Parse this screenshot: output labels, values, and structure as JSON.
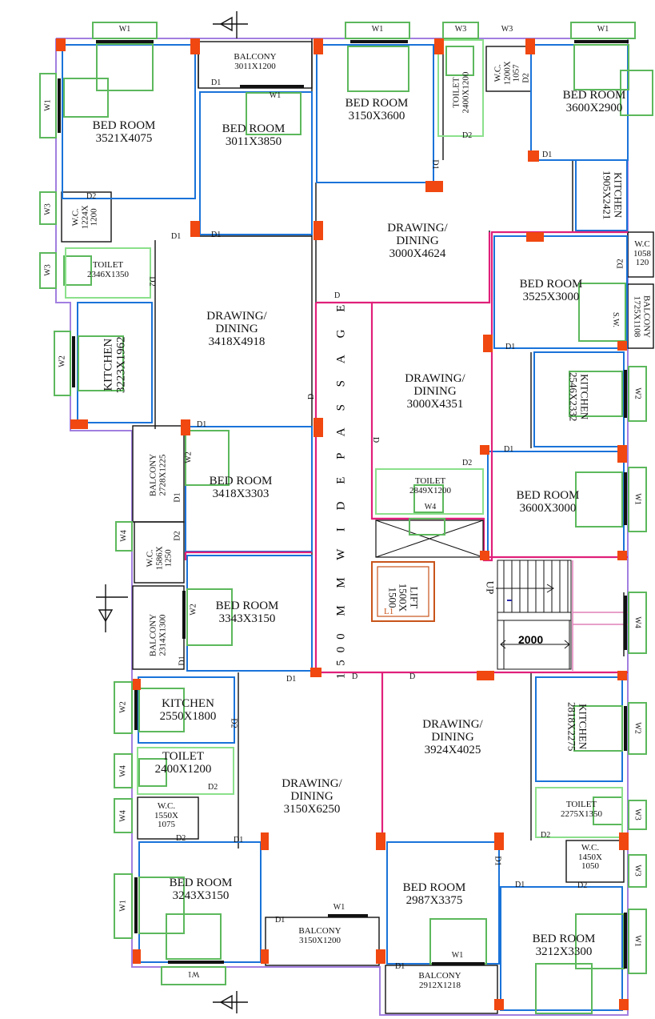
{
  "rooms": {
    "r1": {
      "name": "BED ROOM",
      "dim": "3521X4075"
    },
    "r2": {
      "name": "BED ROOM",
      "dim": "3011X3850"
    },
    "r3": {
      "name": "BED ROOM",
      "dim": "3150X3600"
    },
    "r4": {
      "name": "BED ROOM",
      "dim": "3600X2900"
    },
    "r5": {
      "name": "DRAWING/",
      "name2": "DINING",
      "dim": "3000X4624"
    },
    "r6": {
      "name": "DRAWING/",
      "name2": "DINING",
      "dim": "3418X4918"
    },
    "r7": {
      "name": "BED ROOM",
      "dim": "3525X3000"
    },
    "r8": {
      "name": "DRAWING/",
      "name2": "DINING",
      "dim": "3000X4351"
    },
    "r9": {
      "name": "BED ROOM",
      "dim": "3418X3303"
    },
    "r10": {
      "name": "BED ROOM",
      "dim": "3600X3000"
    },
    "r11": {
      "name": "BED ROOM",
      "dim": "3343X3150"
    },
    "r12": {
      "name": "KITCHEN",
      "dim": "2550X1800"
    },
    "r13": {
      "name": "TOILET",
      "dim": "2400X1200"
    },
    "r14": {
      "name": "DRAWING/",
      "name2": "DINING",
      "dim": "3150X6250"
    },
    "r15": {
      "name": "DRAWING/",
      "name2": "DINING",
      "dim": "3924X4025"
    },
    "r16": {
      "name": "BED ROOM",
      "dim": "3243X3150"
    },
    "r17": {
      "name": "BED ROOM",
      "dim": "2987X3375"
    },
    "r18": {
      "name": "BED ROOM",
      "dim": "3212X3300"
    }
  },
  "small": {
    "balcony_top": {
      "name": "BALCONY",
      "dim": "3011X1200"
    },
    "toilet_top": {
      "name": "TOILET",
      "dim": "2400X1200"
    },
    "wc_top": {
      "name": "W.C.",
      "dim": "1200X",
      "dim2": "1057"
    },
    "kitchen_tr": {
      "name": "KITCHEN",
      "dim": "1905X2421"
    },
    "wc_left": {
      "name": "W.C.",
      "dim": "1224X",
      "dim2": "1200"
    },
    "toilet_left": {
      "name": "TOILET",
      "dim": "2346X1350"
    },
    "kitchen_left": {
      "name": "KITCHEN",
      "dim": "3223X1962"
    },
    "wc_right": {
      "name": "W.C",
      "dim": "1058",
      "dim2": "120"
    },
    "balcony_right": {
      "name": "BALCONY",
      "dim": "1725X1108"
    },
    "kitchen_mr": {
      "name": "KITCHEN",
      "dim": "2546X2332"
    },
    "balcony_ml": {
      "name": "BALCONY",
      "dim": "2728X1225"
    },
    "toilet_mid": {
      "name": "TOILET",
      "dim": "2849X1200"
    },
    "wc_ml": {
      "name": "W.C.",
      "dim": "1586X",
      "dim2": "1250"
    },
    "lift": {
      "name": "LIFT",
      "dim": "1500X",
      "dim2": "1500",
      "tag": "L1"
    },
    "balcony_ml2": {
      "name": "BALCONY",
      "dim": "2314X1300"
    },
    "kitchen_br": {
      "name": "KITCHEN",
      "dim": "2818X2275"
    },
    "wc_bl": {
      "name": "W.C.",
      "dim": "1550X",
      "dim2": "1075"
    },
    "toilet_br": {
      "name": "TOILET",
      "dim": "2275X1350"
    },
    "wc_br": {
      "name": "W.C.",
      "dim": "1450X",
      "dim2": "1050"
    },
    "balcony_bm": {
      "name": "BALCONY",
      "dim": "3150X1200"
    },
    "balcony_bm2": {
      "name": "BALCONY",
      "dim": "2912X1218"
    }
  },
  "passage": "1500 M M W I D E P A S S A G E",
  "stair": {
    "up": "UP",
    "dim": "2000"
  },
  "tags": {
    "W1": "W1",
    "W2": "W2",
    "W3": "W3",
    "W4": "W4",
    "D": "D",
    "D1": "D1",
    "D2": "D2",
    "SW": "S.W."
  },
  "colors": {
    "outer": "#a27fe0",
    "room": "#1a73d9",
    "window": "#5cb85c",
    "window_light": "#8be08b",
    "column": "#f04810",
    "core": "#e0207a",
    "wall": "#111111",
    "lift": "#c8541a"
  }
}
